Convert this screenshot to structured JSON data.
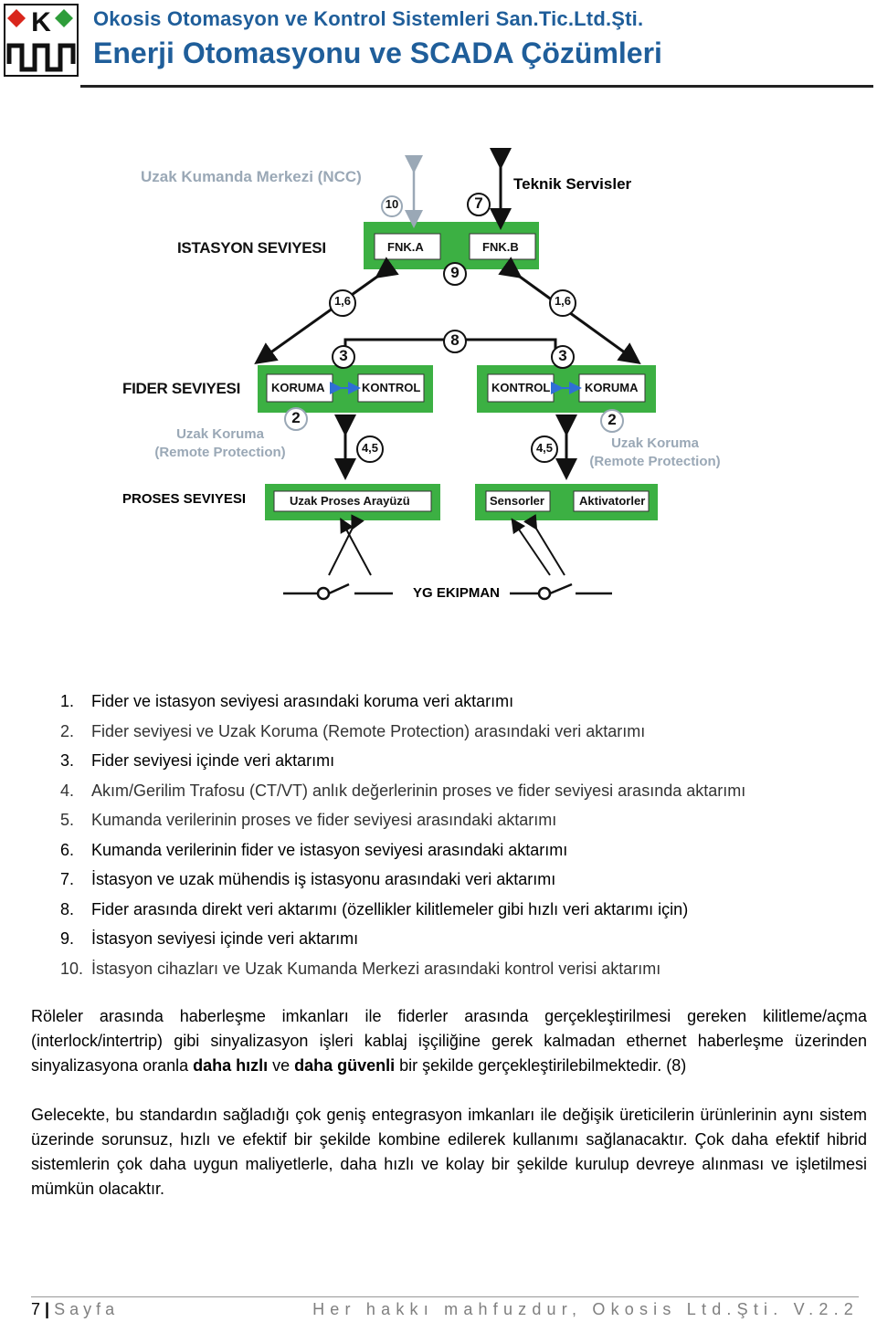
{
  "header": {
    "company": "Okosis Otomasyon ve Kontrol Sistemleri San.Tic.Ltd.Şti.",
    "tagline": "Enerji Otomasyonu ve SCADA Çözümleri",
    "logo_letters": "K",
    "colors": {
      "brand_blue": "#1f5e9a",
      "logo_red": "#d9261c",
      "logo_green": "#2e9d3a"
    }
  },
  "diagram": {
    "ncc_label": "Uzak Kumanda Merkezi (NCC)",
    "technical_services": "Teknik Servisler",
    "station_level": "ISTASYON SEVIYESI",
    "feeder_level": "FIDER SEVIYESI",
    "process_level": "PROSES SEVIYESI",
    "yg_equipment": "YG EKIPMAN",
    "remote_protection_left": [
      "Uzak Koruma",
      "(Remote Protection)"
    ],
    "remote_protection_right": [
      "Uzak Koruma",
      "(Remote Protection)"
    ],
    "boxes": {
      "fnk_a": "FNK.A",
      "fnk_b": "FNK.B",
      "left_koruma": "KORUMA",
      "left_kontrol": "KONTROL",
      "right_kontrol": "KONTROL",
      "right_koruma": "KORUMA",
      "remote_process_interface": "Uzak Proses Arayüzü",
      "sensors": "Sensorler",
      "actuators": "Aktivatorler"
    },
    "markers": {
      "m10": "10",
      "m7": "7",
      "m9": "9",
      "m16_left": "1,6",
      "m16_right": "1,6",
      "m8": "8",
      "m3_left": "3",
      "m3_right": "3",
      "m2_left": "2",
      "m2_right": "2",
      "m45_left": "4,5",
      "m45_right": "4,5"
    },
    "colors": {
      "box_green": "#3cb043",
      "line": "#111111",
      "gray_text": "#9aa8b6",
      "blue_arrow": "#2f6fd6"
    }
  },
  "steps": [
    {
      "n": "1.",
      "text": "Fider ve istasyon seviyesi arasındaki koruma veri aktarımı"
    },
    {
      "n": "2.",
      "text": "Fider seviyesi ve Uzak Koruma (Remote Protection) arasındaki veri aktarımı"
    },
    {
      "n": "3.",
      "text": "Fider seviyesi içinde veri aktarımı"
    },
    {
      "n": "4.",
      "text": "Akım/Gerilim Trafosu (CT/VT) anlık değerlerinin proses ve fider seviyesi arasında aktarımı"
    },
    {
      "n": "5.",
      "text": "Kumanda verilerinin proses ve fider seviyesi arasındaki aktarımı"
    },
    {
      "n": "6.",
      "text": "Kumanda verilerinin fider ve istasyon seviyesi arasındaki aktarımı"
    },
    {
      "n": "7.",
      "text": "İstasyon ve uzak mühendis iş istasyonu arasındaki veri aktarımı"
    },
    {
      "n": "8.",
      "text": "Fider arasında direkt veri aktarımı (özellikler kilitlemeler gibi hızlı veri aktarımı için)"
    },
    {
      "n": "9.",
      "text": "İstasyon seviyesi içinde veri aktarımı"
    },
    {
      "n": "10.",
      "text": "İstasyon cihazları ve Uzak Kumanda Merkezi arasındaki kontrol verisi aktarımı"
    }
  ],
  "paragraph1": {
    "a": "Röleler arasında haberleşme imkanları ile fiderler arasında gerçekleştirilmesi gereken kilitleme/açma (interlock/intertrip) gibi sinyalizasyon işleri kablaj işçiliğine gerek kalmadan ethernet haberleşme üzerinden sinyalizasyona oranla ",
    "b1": "daha hızlı",
    "mid": " ve ",
    "b2": "daha güvenli",
    "c": " bir şekilde gerçekleştirilebilmektedir. (8)"
  },
  "paragraph2": "Gelecekte, bu standardın sağladığı çok geniş entegrasyon imkanları ile değişik üreticilerin ürünlerinin aynı sistem üzerinde sorunsuz, hızlı ve efektif bir şekilde kombine edilerek kullanımı sağlanacaktır. Çok daha efektif hibrid sistemlerin çok daha uygun maliyetlerle, daha hızlı ve kolay bir şekilde kurulup devreye alınması ve işletilmesi mümkün olacaktır.",
  "footer": {
    "page_number": "7",
    "separator": "|",
    "page_word": "Sayfa",
    "copyright": "Her hakkı mahfuzdur, Okosis Ltd.Şti. V.2.2"
  }
}
